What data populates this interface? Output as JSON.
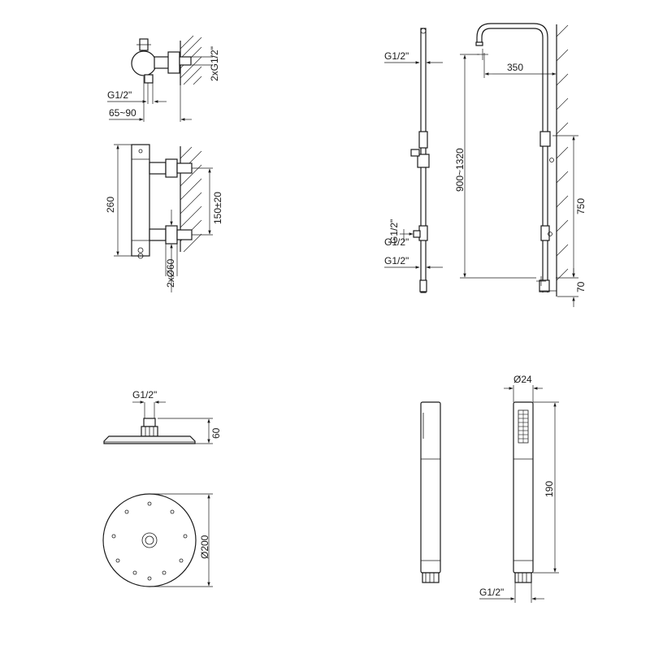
{
  "labels": {
    "valve_side_thread": "2xG1/2\"",
    "valve_inlet_thread": "G1/2\"",
    "valve_depth": "65~90",
    "valve_height": "260",
    "valve_centers": "150±20",
    "valve_escutcheon": "2xØ60",
    "riser_top_thread": "G1/2\"",
    "riser_mid_thread_a": "G1/2\"",
    "riser_mid_thread_b": "G1/2\"",
    "riser_arm_length": "350",
    "riser_height_range": "900~1320",
    "riser_bracket_span": "750",
    "riser_bottom_offset": "70",
    "head_thread": "G1/2\"",
    "head_height": "60",
    "head_diameter": "Ø200",
    "handshower_diameter": "Ø24",
    "handshower_length": "190",
    "handshower_thread": "G1/2\""
  }
}
